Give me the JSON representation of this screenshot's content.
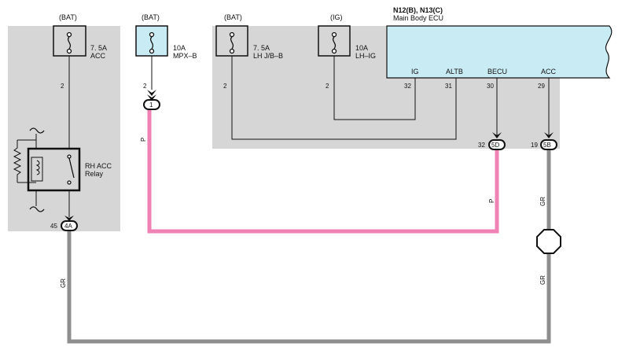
{
  "colors": {
    "panel": "#d6d6d6",
    "ecu_fill": "#c9ecf4",
    "fuse_fill_blue": "#c9ecf4",
    "wire_pink": "#ee82b4",
    "wire_gray": "#8e8e8e",
    "line": "#111111"
  },
  "fuses": [
    {
      "supply": "(BAT)",
      "rating": "7. 5A",
      "name": "ACC",
      "pin": "2"
    },
    {
      "supply": "(BAT)",
      "rating": "10A",
      "name": "MPX–B",
      "pin": "2"
    },
    {
      "supply": "(BAT)",
      "rating": "7. 5A",
      "name": "LH J/B–B",
      "pin": "2"
    },
    {
      "supply": "(IG)",
      "rating": "10A",
      "name": "LH–IG",
      "pin": "2"
    }
  ],
  "relay": {
    "line1": "RH ACC",
    "line2": "Relay"
  },
  "ecu": {
    "connector": "N12(B), N13(C)",
    "name": "Main Body ECU",
    "pins": [
      {
        "label": "IG",
        "num": "32"
      },
      {
        "label": "ALTB",
        "num": "31"
      },
      {
        "label": "BECU",
        "num": "30"
      },
      {
        "label": "ACC",
        "num": "29"
      }
    ]
  },
  "connectors": [
    {
      "pin": "45",
      "id": "4A"
    },
    {
      "pin": "",
      "id": "1"
    },
    {
      "pin": "32",
      "id": "5D"
    },
    {
      "pin": "19",
      "id": "5B"
    }
  ],
  "wire_colors": {
    "pink": "P",
    "gray": "GR"
  }
}
